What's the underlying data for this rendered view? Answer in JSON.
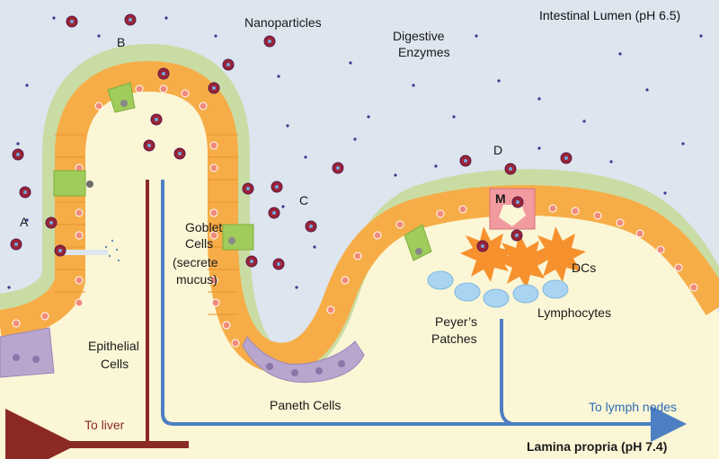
{
  "regions": {
    "lumen": "Intestinal Lumen (pH 6.5)",
    "lamina": "Lamina propria (pH 7.4)"
  },
  "labels": {
    "nanoparticles": "Nanoparticles",
    "digestive_1": "Digestive",
    "digestive_2": "Enzymes",
    "goblet_1": "Goblet",
    "goblet_2": "Cells",
    "goblet_3": "(secrete",
    "goblet_4": "mucus)",
    "epithelial_1": "Epithelial",
    "epithelial_2": "Cells",
    "paneth": "Paneth Cells",
    "peyers_1": "Peyer’s",
    "peyers_2": "Patches",
    "lymphocytes": "Lymphocytes",
    "dcs": "DCs",
    "m_cell": "M"
  },
  "routes": {
    "to_liver": "To liver",
    "to_lymph": "To lymph nodes"
  },
  "markers": {
    "a": "A",
    "b": "B",
    "c": "C",
    "d": "D"
  },
  "colors": {
    "lumen_bg": "#dde5ef",
    "lamina_bg": "#fbf6d6",
    "mucus": "#c9dca4",
    "enterocyte": "#f6ad48",
    "goblet": "#9fcc5a",
    "paneth": "#b9a6cf",
    "m_cell": "#f19ba0",
    "dc": "#f6912e",
    "lymphocyte": "#a9d4f2",
    "liver_route": "#8b2a24",
    "lymph_route": "#4d7fc2"
  }
}
